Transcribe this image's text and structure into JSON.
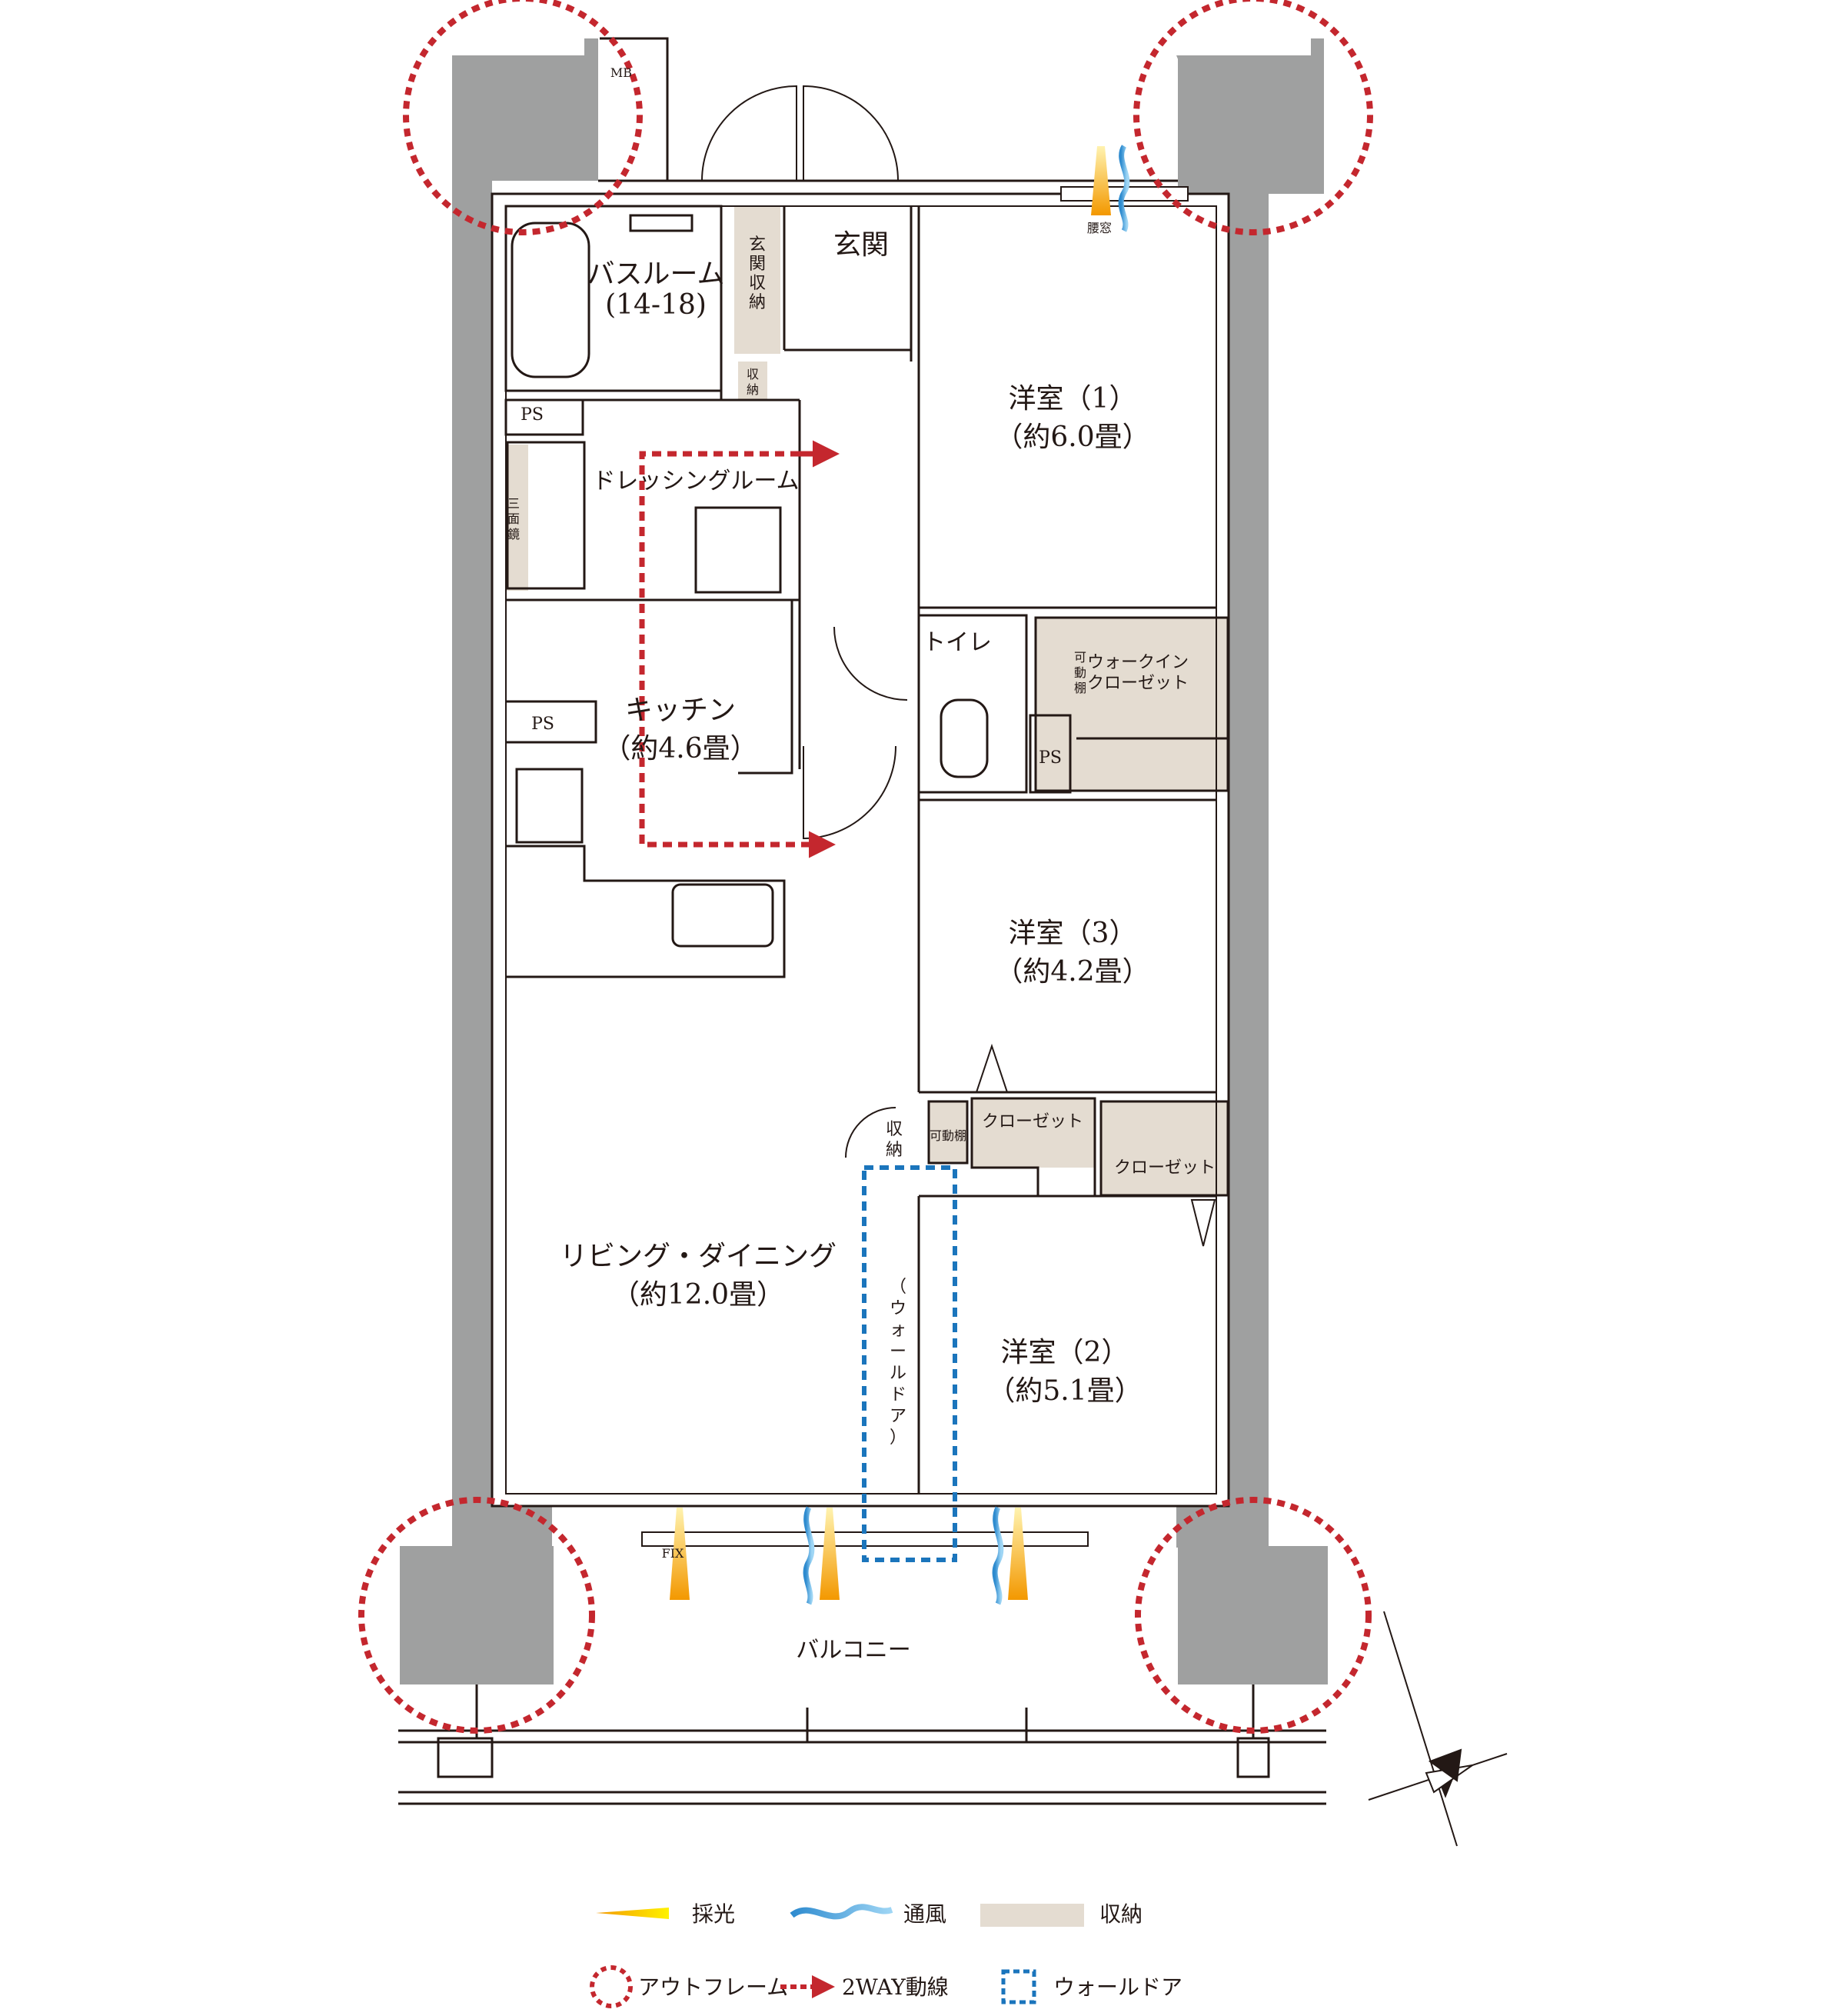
{
  "rooms": {
    "bath": "バスルーム",
    "bath_size": "(14-18)",
    "genkan": "玄関",
    "genkan_storage": [
      "玄",
      "関",
      "収",
      "納"
    ],
    "storage_small": [
      "収",
      "納"
    ],
    "dressing": "ドレッシングルーム",
    "mirror": [
      "三",
      "面",
      "鏡"
    ],
    "western1": "洋室（1）",
    "western1_size": "（約6.0畳）",
    "toilet": "トイレ",
    "walkin_1": "ウォークイン",
    "walkin_2": "クローゼット",
    "movable_vertical": [
      "可",
      "動",
      "棚"
    ],
    "kitchen": "キッチン",
    "kitchen_size": "（約4.6畳）",
    "western3": "洋室（3）",
    "western3_size": "（約4.2畳）",
    "storage2": [
      "収",
      "納"
    ],
    "movable_shelf": "可動棚",
    "closet1": "クローゼット",
    "closet2": "クローゼット",
    "living": "リビング・ダイニング",
    "living_size": "（約12.0畳）",
    "western2": "洋室（2）",
    "western2_size": "（約5.1畳）",
    "wall_door_vertical": [
      "（",
      "ウ",
      "ォ",
      "ー",
      "ル",
      "ド",
      "ア",
      "）"
    ],
    "balcony": "バルコニー",
    "ps": "PS",
    "mb": "MB",
    "fix": "FIX",
    "koshimado": "腰窓"
  },
  "legend": {
    "light": "採光",
    "wind": "通風",
    "storage": "収納",
    "outframe": "アウトフレーム",
    "twoway": "2WAY動線",
    "walldoor": "ウォールドア"
  },
  "colors": {
    "wall": "#9fa0a0",
    "storage": "#e4dcd1",
    "outframe": "#c4272e",
    "walldoor": "#1b75bc",
    "wind": "#4aa3df",
    "light": "#f8b62d"
  }
}
